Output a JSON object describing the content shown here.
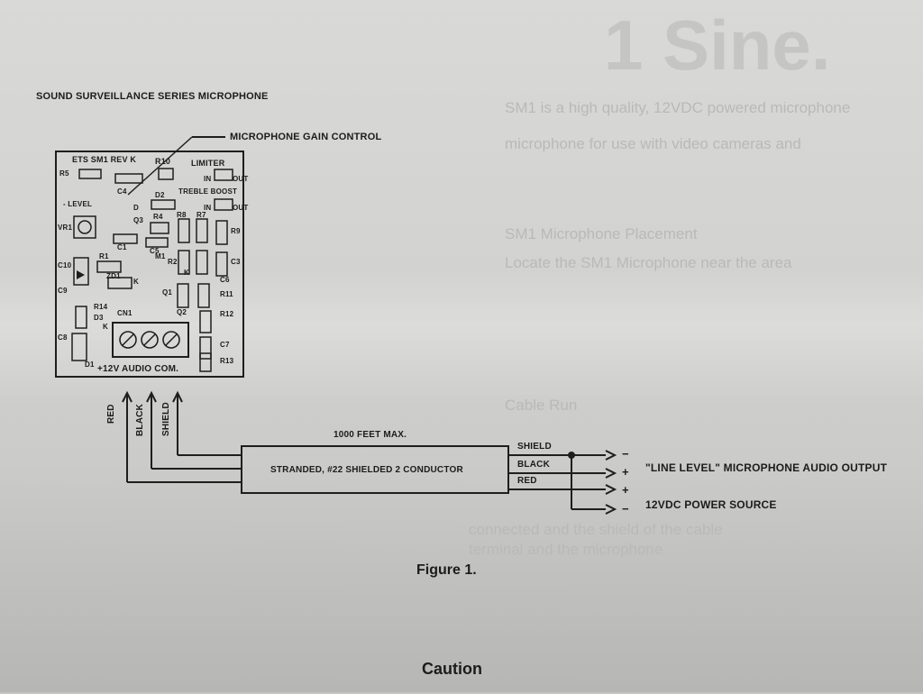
{
  "header": {
    "title": "SOUND SURVEILLANCE SERIES MICROPHONE"
  },
  "callout": {
    "gain": "MICROPHONE GAIN CONTROL"
  },
  "board": {
    "labels": {
      "ets": "ETS SM1 REV K",
      "r10": "R10",
      "limiter": "LIMITER",
      "in1": "IN",
      "out1": "OUT",
      "r5": "R5",
      "c4": "C4",
      "level": "- LEVEL",
      "d": "D",
      "d2": "D2",
      "treble": "TREBLE BOOST",
      "in2": "IN",
      "out2": "OUT",
      "vr1": "VR1",
      "q3": "Q3",
      "r4": "R4",
      "r8": "R8",
      "r7": "R7",
      "r9": "R9",
      "c1": "C1",
      "c5": "C5",
      "c3": "C3",
      "c10": "C10",
      "r1": "R1",
      "m1": "M1",
      "r2": "R2",
      "zd1": "ZD1",
      "k1": "K",
      "k2": "K",
      "q1": "Q1",
      "c6": "C6",
      "c9": "C9",
      "r14": "R14",
      "r11": "R11",
      "r12": "R12",
      "q2": "Q2",
      "cn1": "CN1",
      "d3": "D3",
      "k3": "K",
      "c8": "C8",
      "c7": "C7",
      "d1": "D1",
      "r13": "R13",
      "terminals": "+12V  AUDIO  COM."
    }
  },
  "wires": {
    "red": "RED",
    "black": "BLACK",
    "shield": "SHIELD"
  },
  "cable": {
    "length": "1000 FEET MAX.",
    "label": "STRANDED, #22 SHIELDED 2 CONDUCTOR",
    "out_shield": "SHIELD",
    "out_black": "BLACK",
    "out_red": "RED"
  },
  "outputs": {
    "audio": "\"LINE LEVEL\" MICROPHONE AUDIO OUTPUT",
    "power": "12VDC POWER SOURCE",
    "minus1": "−",
    "plus1": "+",
    "plus2": "+",
    "minus2": "−"
  },
  "figure": {
    "caption": "Figure 1."
  },
  "section": {
    "caution": "Caution"
  }
}
